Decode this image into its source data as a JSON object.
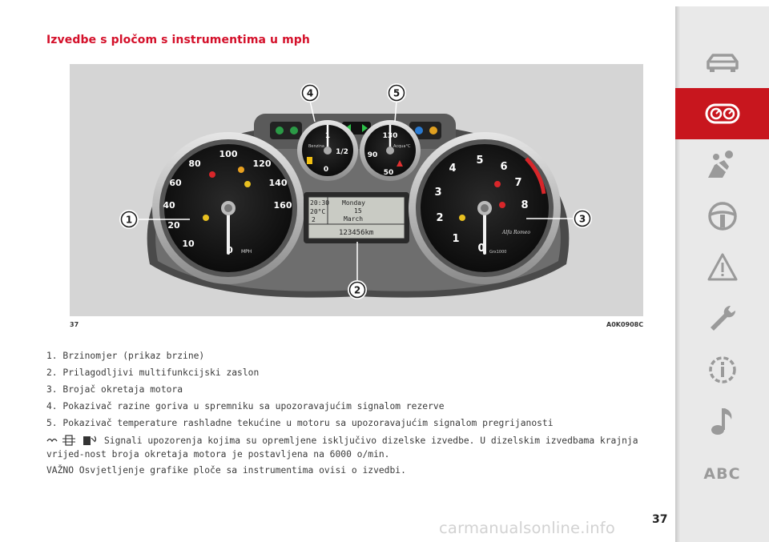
{
  "heading": "Izvedbe s pločom s instrumentima u mph",
  "figure": {
    "number": "37",
    "code": "A0K0908C",
    "callouts": [
      "1",
      "2",
      "3",
      "4",
      "5"
    ],
    "speedo_ticks": [
      "100",
      "80",
      "120",
      "60",
      "140",
      "40",
      "160",
      "20",
      "10",
      "0"
    ],
    "speedo_unit": "MPH",
    "fuel_label": "Benzina",
    "fuel_ticks": [
      "1",
      "1/2",
      "0"
    ],
    "temp_label": "Acqua°C",
    "temp_ticks": [
      "130",
      "90",
      "50"
    ],
    "tacho_ticks": [
      "1",
      "2",
      "3",
      "4",
      "5",
      "6",
      "7",
      "8",
      "0"
    ],
    "tacho_brand": "Alfa Romeo",
    "tacho_unit": "Grx1000",
    "display": {
      "time": "20:30",
      "temp": "20°C",
      "gear": "2",
      "day": "Monday",
      "date": "15",
      "month": "March",
      "odometer": "123456km"
    }
  },
  "list": [
    "1. Brzinomjer (prikaz brzine)",
    "2. Prilagodljivi multifunkcijski zaslon",
    "3. Brojač okretaja motora",
    "4. Pokazivač razine goriva u spremniku sa upozoravajućim signalom rezerve",
    "5. Pokazivač temperature rashladne tekućine u motoru sa upozoravajućim signalom pregrijanosti"
  ],
  "note": "Signali upozorenja kojima su opremljene isključivo dizelske izvedbe. U dizelskim izvedbama krajnja vrijed-nost broja okretaja motora je postavljena na 6000 o/min.",
  "important": "VAŽNO Osvjetljenje grafike ploče sa instrumentima ovisi o izvedbi.",
  "sidebar": {
    "abc_label": "ABC",
    "accent_color": "#c8161e"
  },
  "page_number": "37",
  "watermark": "carmanualsonline.info"
}
